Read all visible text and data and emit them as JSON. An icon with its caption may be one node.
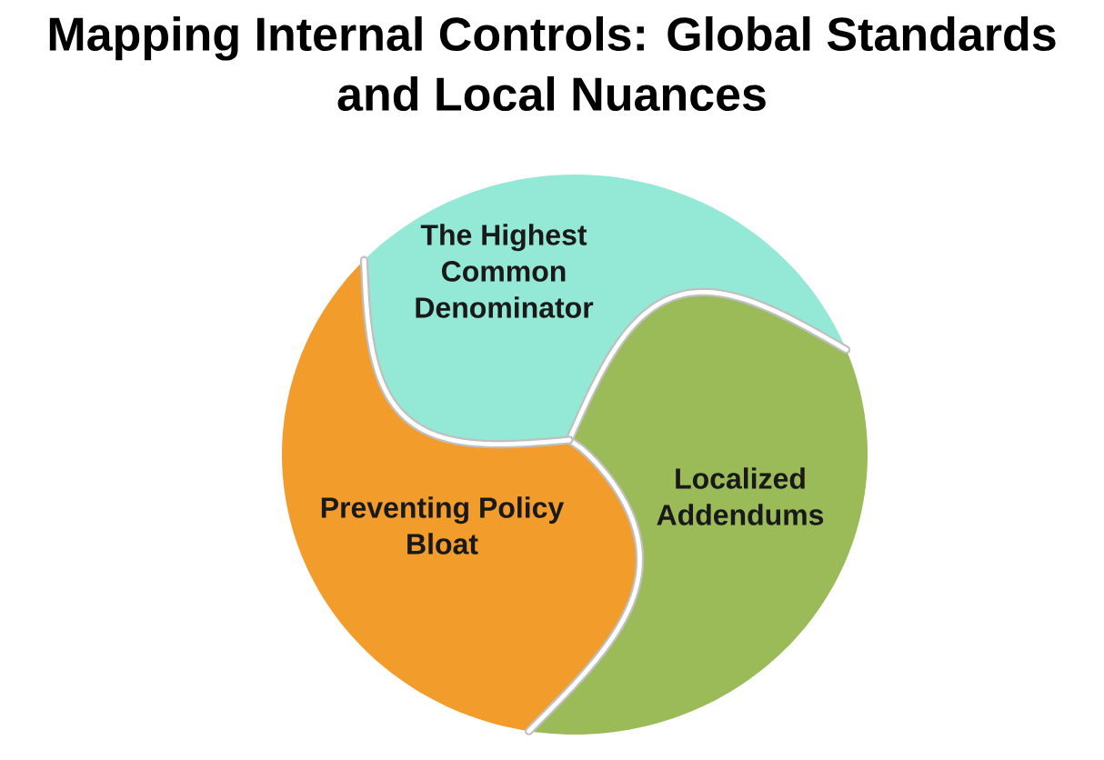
{
  "diagram": {
    "title": "Mapping Internal Controls: Global Standards and Local Nuances",
    "nodes": [
      {
        "text": [
          "The Highest Common Denominator"
        ]
      },
      {
        "text": [
          "Localized Addendums"
        ]
      },
      {
        "text": [
          "Preventing Policy Bloat"
        ]
      }
    ]
  }
}
